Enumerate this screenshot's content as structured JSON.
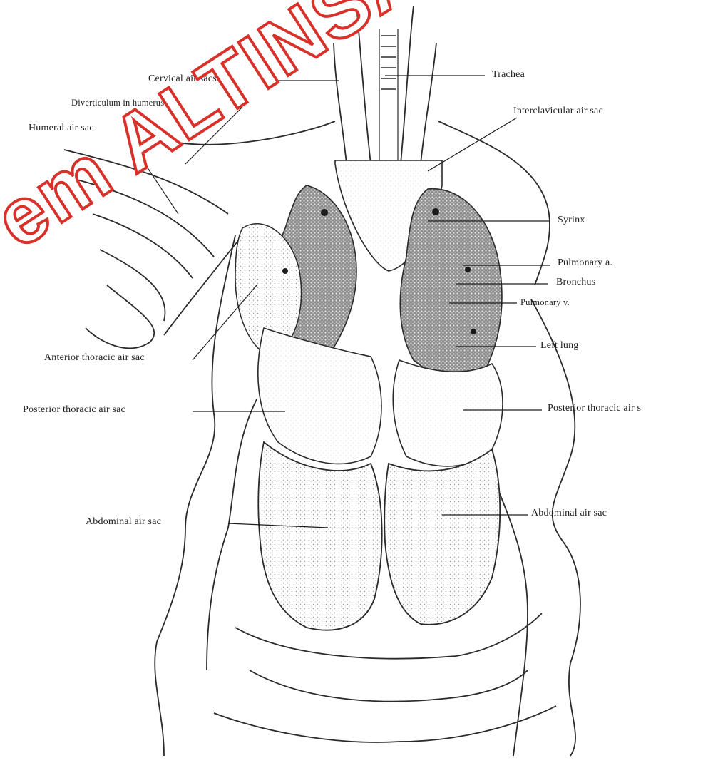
{
  "labels": {
    "cervical_air_sacs": "Cervical air sacs",
    "diverticulum": "Diverticulum in humerus",
    "humeral_air_sac": "Humeral air sac",
    "trachea": "Trachea",
    "interclavicular": "Interclavicular air sac",
    "syrinx": "Syrinx",
    "pulmonary_a": "Pulmonary a.",
    "bronchus": "Bronchus",
    "pulmonary_v": "Pulmonary v.",
    "left_lung": "Left lung",
    "anterior_thoracic": "Anterior thoracic air sac",
    "posterior_thoracic_left": "Posterior thoracic air sac",
    "posterior_thoracic_right": "Posterior thoracic air s",
    "abdominal_left": "Abdominal air sac",
    "abdominal_right": "Abdominal air sac"
  },
  "watermark": "em ALTINSAAT",
  "colors": {
    "watermark_stroke": "#d8312a",
    "ink": "#1d1d1d"
  }
}
